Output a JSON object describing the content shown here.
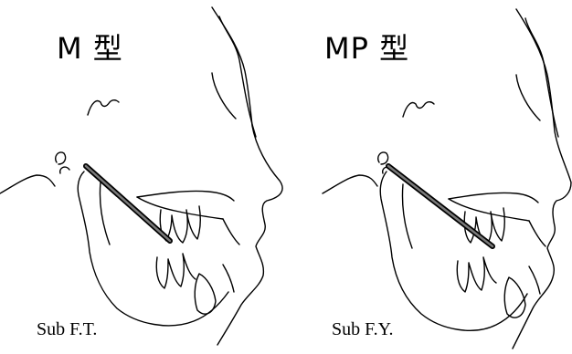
{
  "panels": [
    {
      "type_label": "M 型",
      "caption": "Sub F.T."
    },
    {
      "type_label": "MP 型",
      "caption": "Sub F.Y."
    }
  ]
}
